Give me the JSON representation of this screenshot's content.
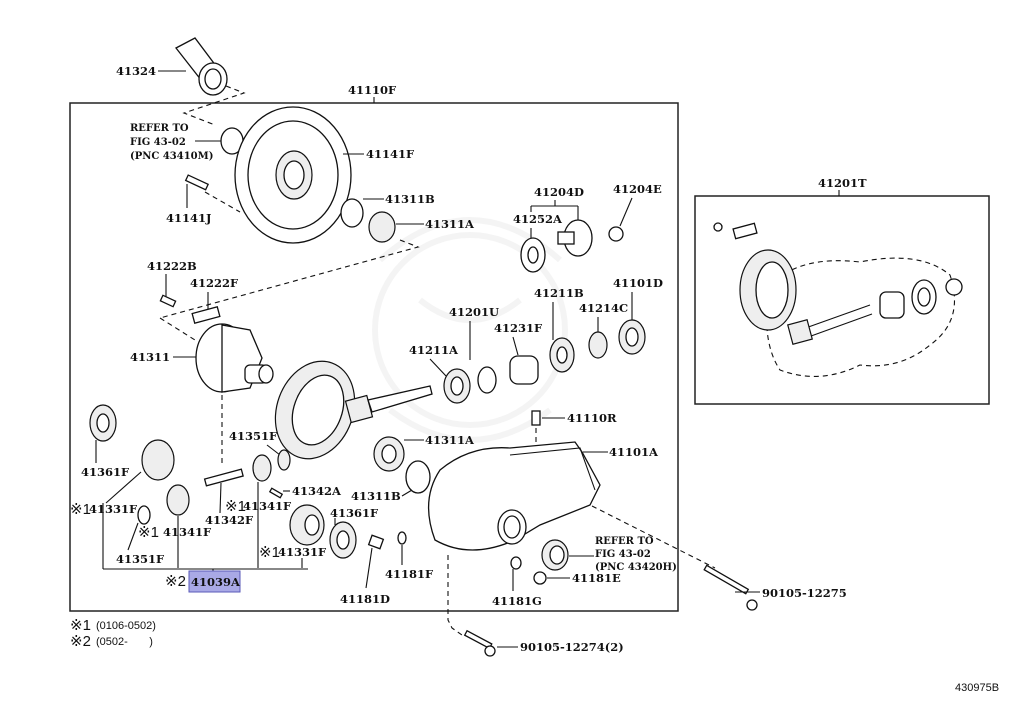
{
  "diagram": {
    "figure_id": "430975B",
    "main_group_label": "41110F",
    "subassembly_label": "41201T",
    "highlighted_part": "41039A",
    "highlight_color": "#a9a9e6",
    "parts": {
      "p41324": "41324",
      "p41141F": "41141F",
      "p41141J": "41141J",
      "p41311B_top": "41311B",
      "p41311A_top": "41311A",
      "p41204D": "41204D",
      "p41204E": "41204E",
      "p41252A": "41252A",
      "p41222B": "41222B",
      "p41222F": "41222F",
      "p41201U": "41201U",
      "p41211B": "41211B",
      "p41214C": "41214C",
      "p41101D": "41101D",
      "p41311": "41311",
      "p41211A": "41211A",
      "p41231F": "41231F",
      "p41110R": "41110R",
      "p41351F_mid": "41351F",
      "p41311A_mid": "41311A",
      "p41101A": "41101A",
      "p41361F_left": "41361F",
      "p41342A": "41342A",
      "p41311B_mid": "41311B",
      "p41331F_left": "41331F",
      "p41341F_mid": "41341F",
      "p41342F": "41342F",
      "p41361F_right": "41361F",
      "p41341F_left": "41341F",
      "p41331F_right": "41331F",
      "p41351F_left": "41351F",
      "p41181F": "41181F",
      "p41181E": "41181E",
      "p41181D": "41181D",
      "p41181G": "41181G",
      "p41039A": "41039A",
      "bolt_right": "90105-12275",
      "bolt_bottom": "90105-12274(2)"
    },
    "marks": {
      "m1": "※1",
      "m2": "※2"
    },
    "refer_top": {
      "line1": "REFER TO",
      "line2": "FIG 43-02",
      "line3": "(PNC 43410M)"
    },
    "refer_bottom": {
      "line1": "REFER TO",
      "line2": "FIG 43-02",
      "line3": "(PNC 43420H)"
    },
    "legend": [
      {
        "mark": "※1",
        "range": "(0106-0502)"
      },
      {
        "mark": "※2",
        "range": "(0502-       )"
      }
    ]
  }
}
